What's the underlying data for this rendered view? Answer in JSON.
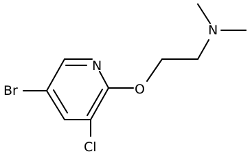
{
  "structure": {
    "atoms": {
      "nitrogen_ring": "N",
      "oxygen": "O",
      "nitrogen_amine": "N",
      "bromine": "Br",
      "chlorine": "Cl"
    }
  }
}
